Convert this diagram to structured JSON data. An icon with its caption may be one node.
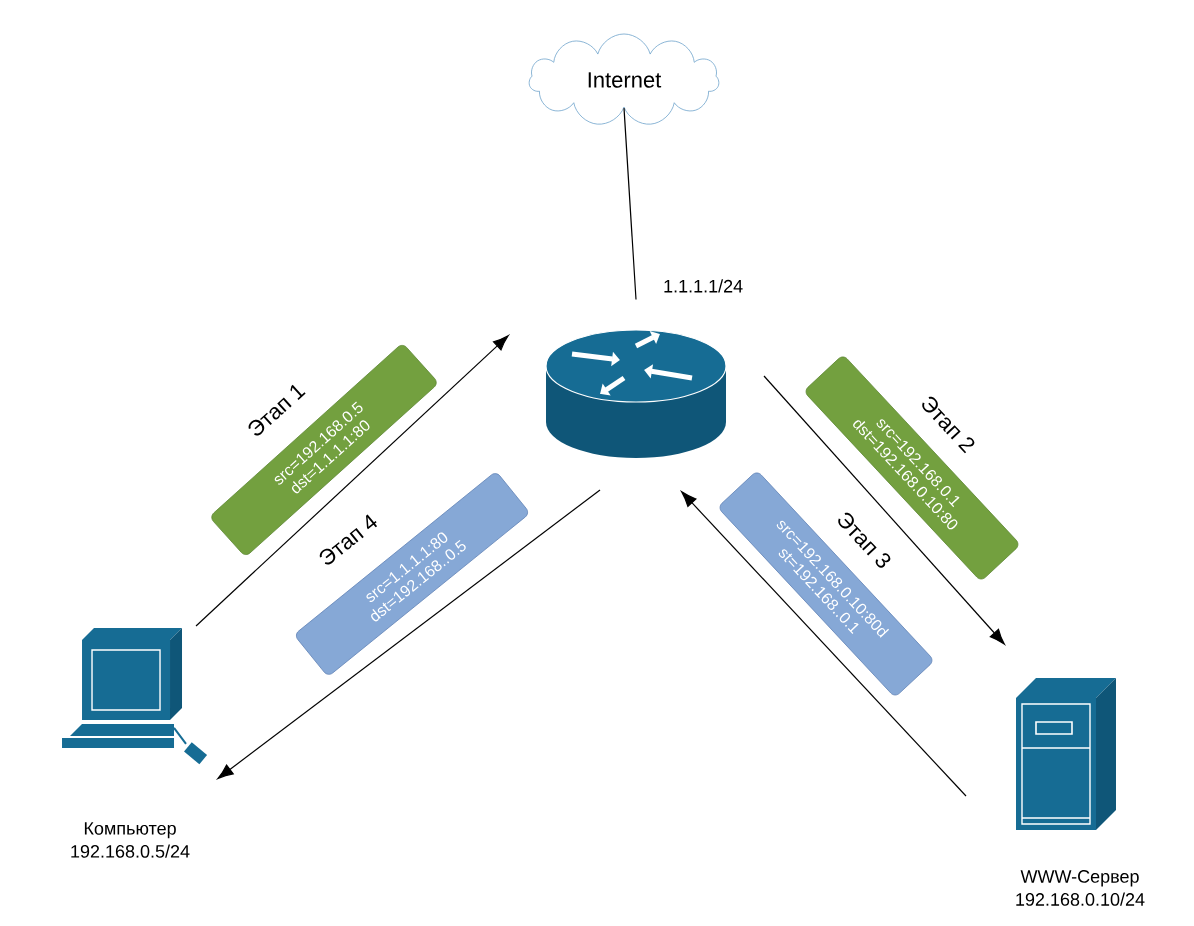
{
  "diagram": {
    "nodes": [
      {
        "text": [
          "Internet"
        ]
      },
      {
        "text": [],
        "shape": "picture",
        "beside": [
          "1.1.1.1/24"
        ]
      },
      {
        "text": [
          "Этап 1",
          "src=192.168.0.5 dst=1.1.1.1:80"
        ]
      },
      {
        "text": [
          "Этап 2",
          "src=192.168.0.1 dst=192.168.0.10:80"
        ]
      },
      {
        "text": [
          "Этап 4",
          "src=1.1.1.1:80 dst=192.168..0.5"
        ]
      },
      {
        "text": [
          "Этап 3",
          "src=192.168.0.10:80d st=192.168..0.1"
        ]
      },
      {
        "text": [
          "Компьютер",
          "192.168.0.5/24"
        ]
      },
      {
        "text": [
          "WWW-Сервер",
          "192.168.0.10/24"
        ]
      }
    ],
    "edges": [
      {
        "from": 0,
        "to": 1,
        "arrow": "none"
      },
      {
        "from": 6,
        "to": 1,
        "arrow": "to"
      },
      {
        "from": 1,
        "to": 7,
        "arrow": "to"
      },
      {
        "from": 7,
        "to": 1,
        "arrow": "to"
      },
      {
        "from": 1,
        "to": 6,
        "arrow": "to"
      }
    ]
  }
}
